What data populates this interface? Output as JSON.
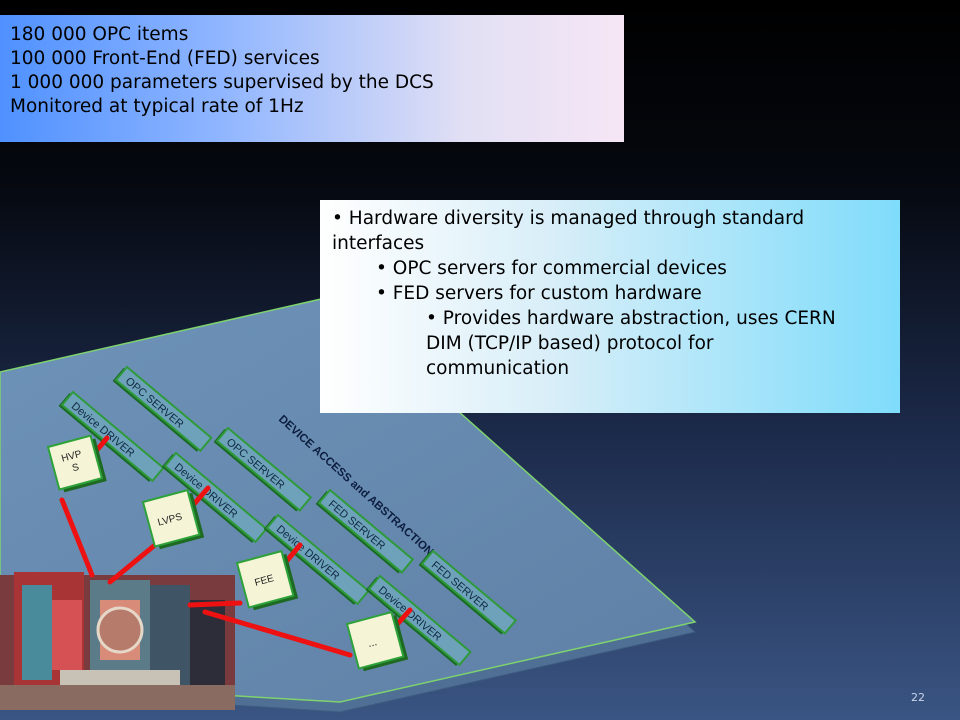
{
  "stats": [
    "180 000 OPC items",
    "100 000 Front-End (FED) services",
    "1 000 000 parameters supervised by the DCS",
    "Monitored at typical rate of 1Hz"
  ],
  "bullets": {
    "b1": "• Hardware diversity is managed through standard interfaces",
    "b2": "• OPC servers for commercial devices",
    "b3": "• FED servers for custom hardware",
    "b4a": "• Provides hardware abstraction, uses CERN",
    "b4b": "DIM (TCP/IP based) protocol for",
    "b4c": "communication"
  },
  "diagram": {
    "layer_label": "DEVICE    ACCESS    and    ABSTRACTION",
    "servers": [
      "OPC SERVER",
      "OPC SERVER",
      "FED SERVER",
      "FED SERVER"
    ],
    "drivers": [
      "Device DRIVER",
      "Device DRIVER",
      "Device DRIVER",
      "Device DRIVER"
    ],
    "devices": [
      "HVP",
      "S",
      "LVPS",
      "FEE",
      "..."
    ]
  },
  "colors": {
    "plane": "#6b8db0",
    "plane_edge": "#6fd06a",
    "module": "#6ea2ba",
    "module_edge": "#2f9d3b",
    "cable": "#ee1111"
  },
  "page_number": "22"
}
